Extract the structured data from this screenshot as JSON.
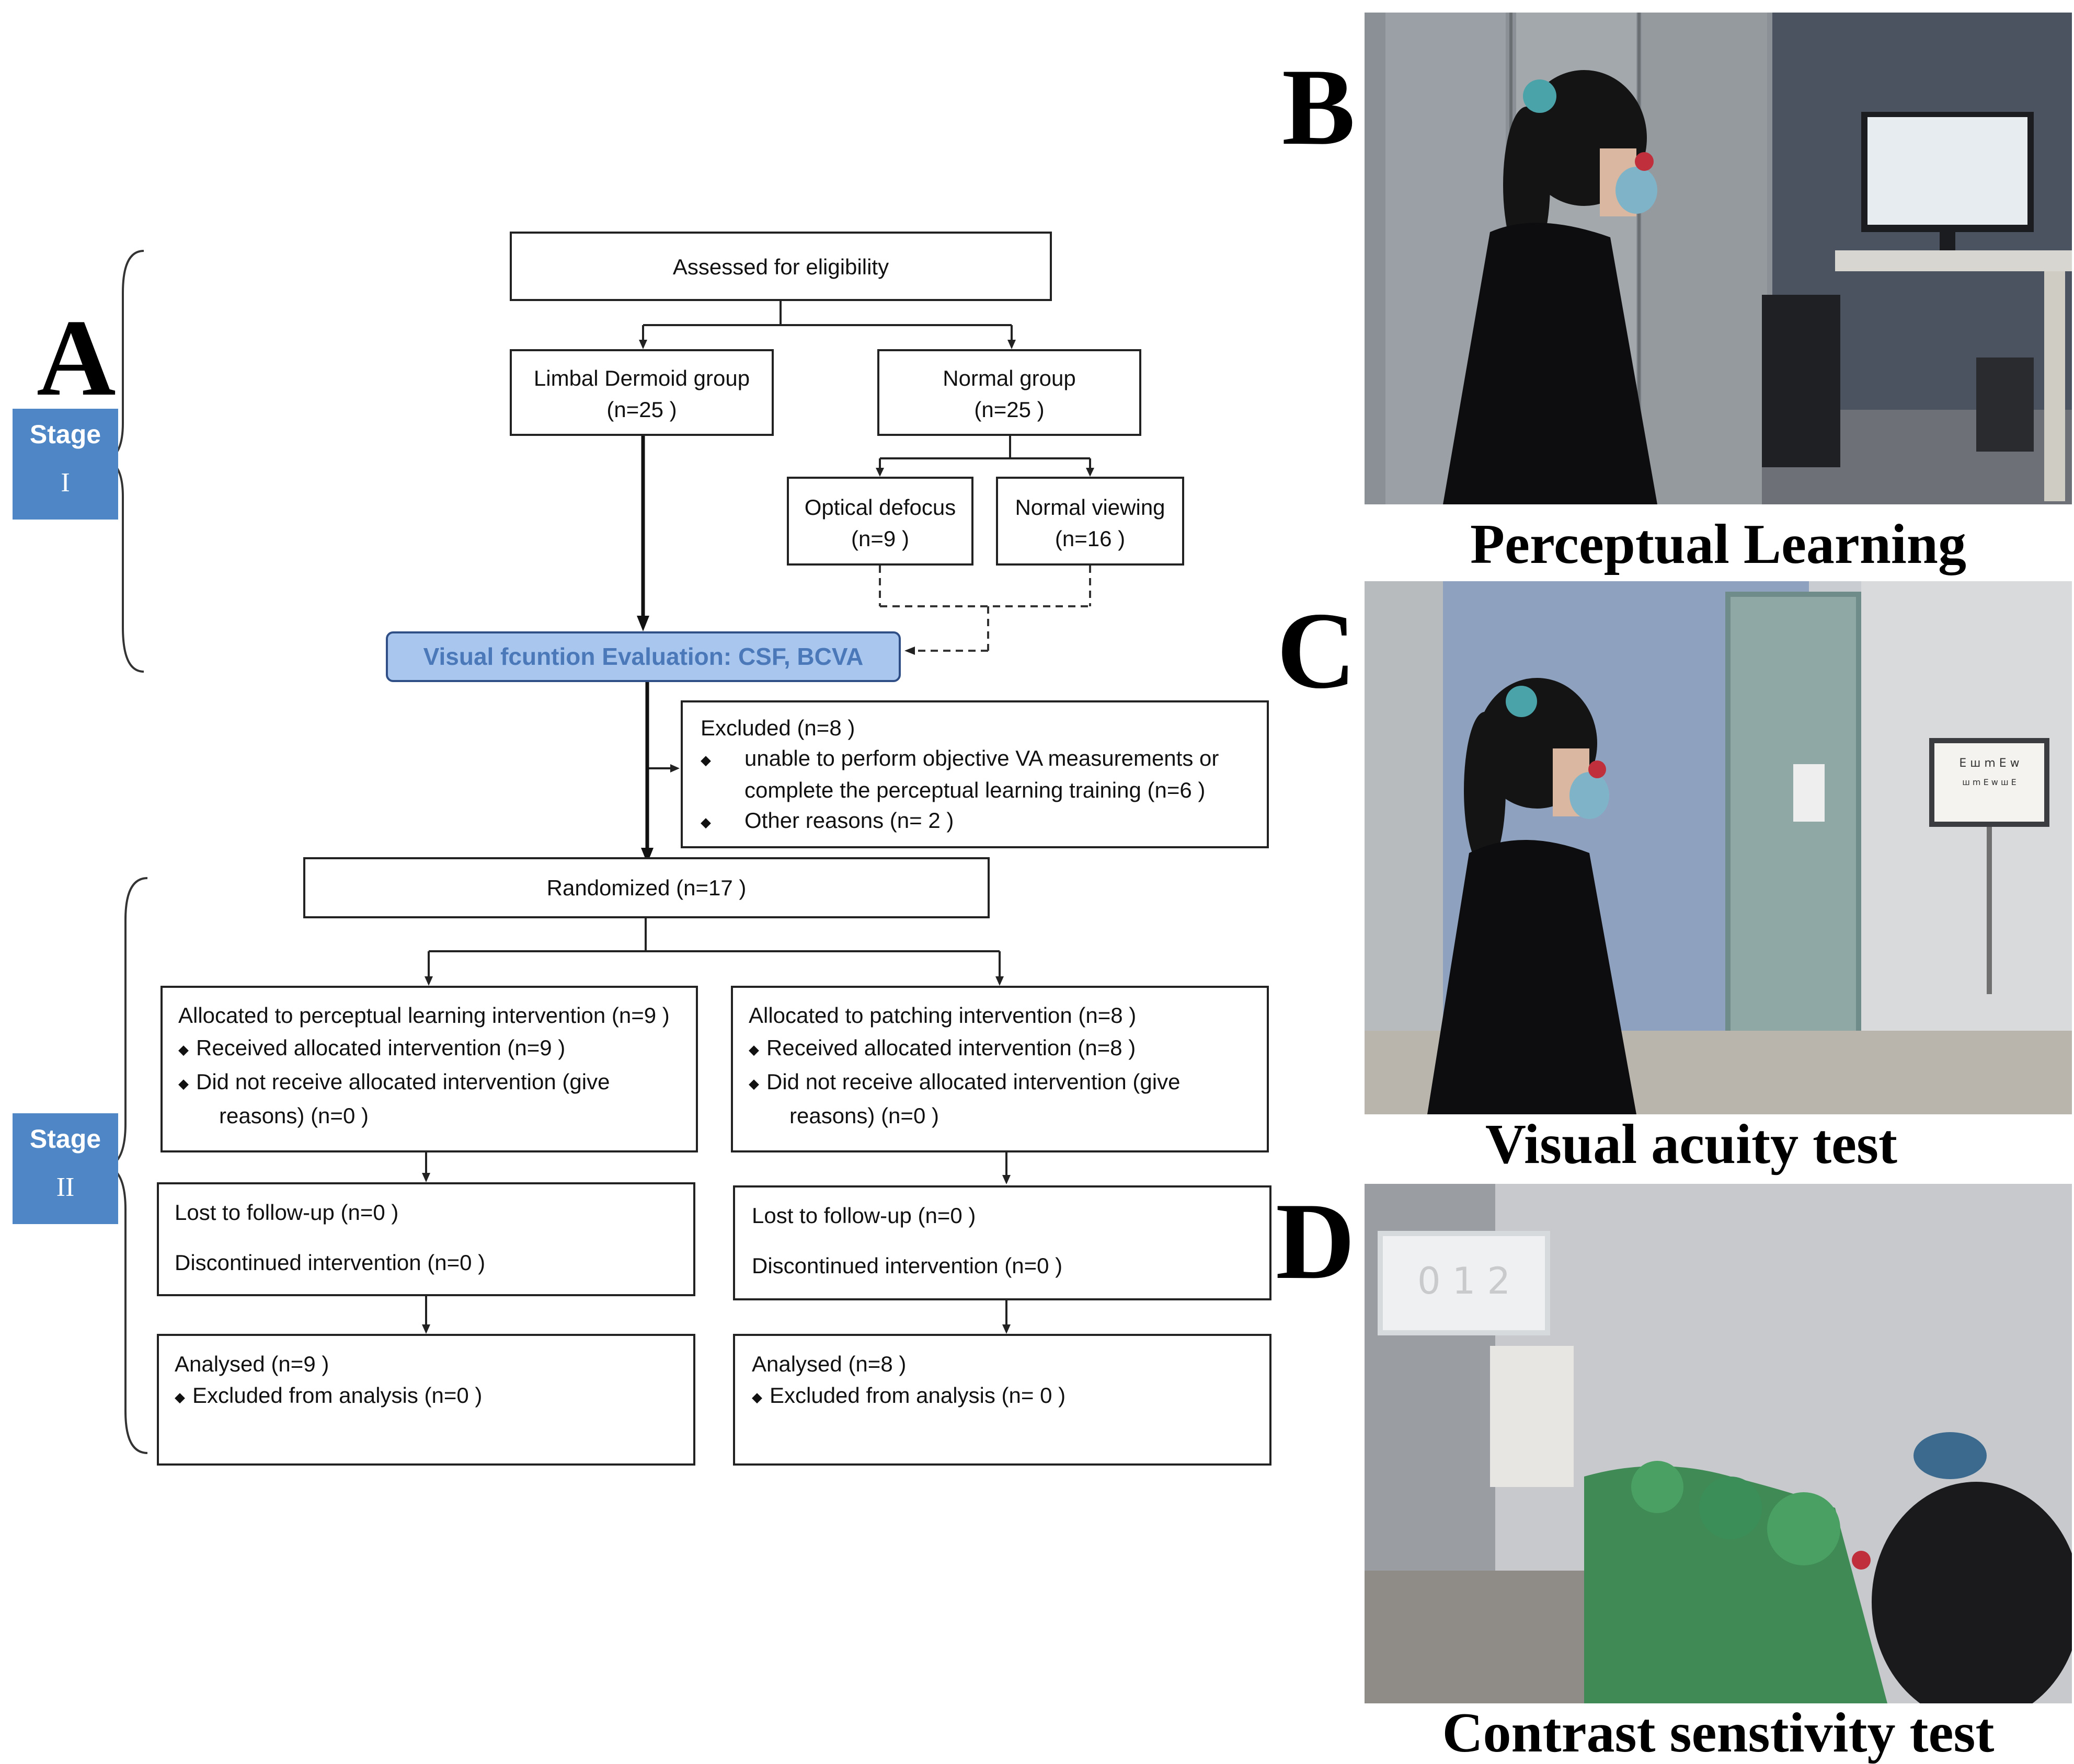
{
  "panels": {
    "a": "A",
    "b": "B",
    "c": "C",
    "d": "D"
  },
  "stages": {
    "s1_label": "Stage",
    "s1_num": "I",
    "s2_label": "Stage",
    "s2_num": "II"
  },
  "flow": {
    "assessed": "Assessed for eligibility",
    "limbal_title": "Limbal Dermoid group",
    "limbal_n": "(n=25  )",
    "normal_title": "Normal group",
    "normal_n": "(n=25  )",
    "defocus_title": "Optical defocus",
    "defocus_n": "(n=9   )",
    "viewing_title": "Normal viewing",
    "viewing_n": "(n=16   )",
    "evaluation": "Visual fcuntion Evaluation: CSF, BCVA",
    "excluded_title": "Excluded  (n=8  )",
    "excluded_item1_l1": "unable to perform objective VA measurements or",
    "excluded_item1_l2": "complete the perceptual learning training (n=6 )",
    "excluded_item2": "Other reasons (n= 2 )",
    "randomized": "Randomized (n=17  )",
    "left_alloc_title": "Allocated to perceptual learning intervention (n=9  )",
    "left_alloc_recv": "Received allocated intervention (n=9  )",
    "left_alloc_notrecv_l1": "Did not receive allocated intervention (give",
    "left_alloc_notrecv_l2": "reasons) (n=0  )",
    "right_alloc_title": "Allocated to patching intervention (n=8  )",
    "right_alloc_recv": "Received allocated intervention (n=8  )",
    "right_alloc_notrecv_l1": "Did not receive allocated intervention (give",
    "right_alloc_notrecv_l2": "reasons) (n=0  )",
    "left_lost": "Lost to follow-up  (n=0  )",
    "left_disc": "Discontinued intervention (n=0  )",
    "right_lost": "Lost to follow-up  (n=0  )",
    "right_disc": "Discontinued intervention (n=0  )",
    "left_analysed": "Analysed  (n=9  )",
    "left_excl": "Excluded from analysis (n=0  )",
    "right_analysed": "Analysed  (n=8  )",
    "right_excl": "Excluded from analysis (n= 0 )"
  },
  "captions": {
    "b": "Perceptual Learning",
    "c": "Visual acuity test",
    "d": "Contrast senstivity test"
  },
  "photo_d_screen": "0 1 2",
  "colors": {
    "stage_bg": "#4f86c6",
    "eval_bg": "#a9c6ee",
    "eval_text": "#4a78b8"
  }
}
